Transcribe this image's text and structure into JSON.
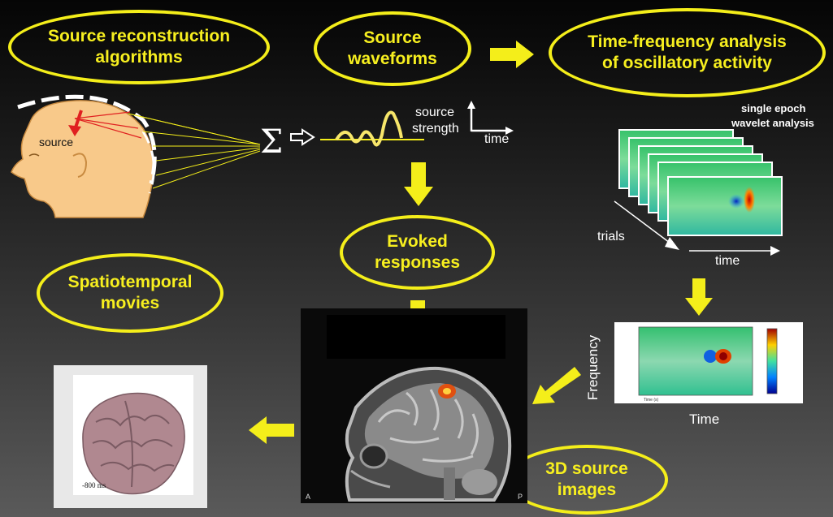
{
  "ellipses": {
    "source_recon": {
      "line1": "Source reconstruction",
      "line2": "algorithms"
    },
    "source_waveforms": {
      "line1": "Source",
      "line2": "waveforms"
    },
    "tf_analysis": {
      "line1": "Time-frequency analysis",
      "line2": "of oscillatory activity"
    },
    "evoked": {
      "line1": "Evoked",
      "line2": "responses"
    },
    "spatiotemporal": {
      "line1": "Spatiotemporal",
      "line2": "movies"
    },
    "images3d": {
      "line1": "3D source",
      "line2": "images"
    }
  },
  "head": {
    "source_label": "source"
  },
  "waveform": {
    "sum_symbol": "Σ",
    "strength_line1": "source",
    "strength_line2": "strength",
    "time_label": "time"
  },
  "wavelet": {
    "title_line1": "single epoch",
    "title_line2": "wavelet analysis",
    "trials_label": "trials",
    "time_label": "time"
  },
  "tfplot": {
    "freq_label": "Frequency",
    "time_label": "Time"
  },
  "mri": {
    "corner_left": "A",
    "corner_right": "P"
  },
  "brain": {
    "time_stamp": "-800 ms"
  },
  "colors": {
    "accent": "#f4ee1a",
    "skin": "#f8c98a"
  }
}
